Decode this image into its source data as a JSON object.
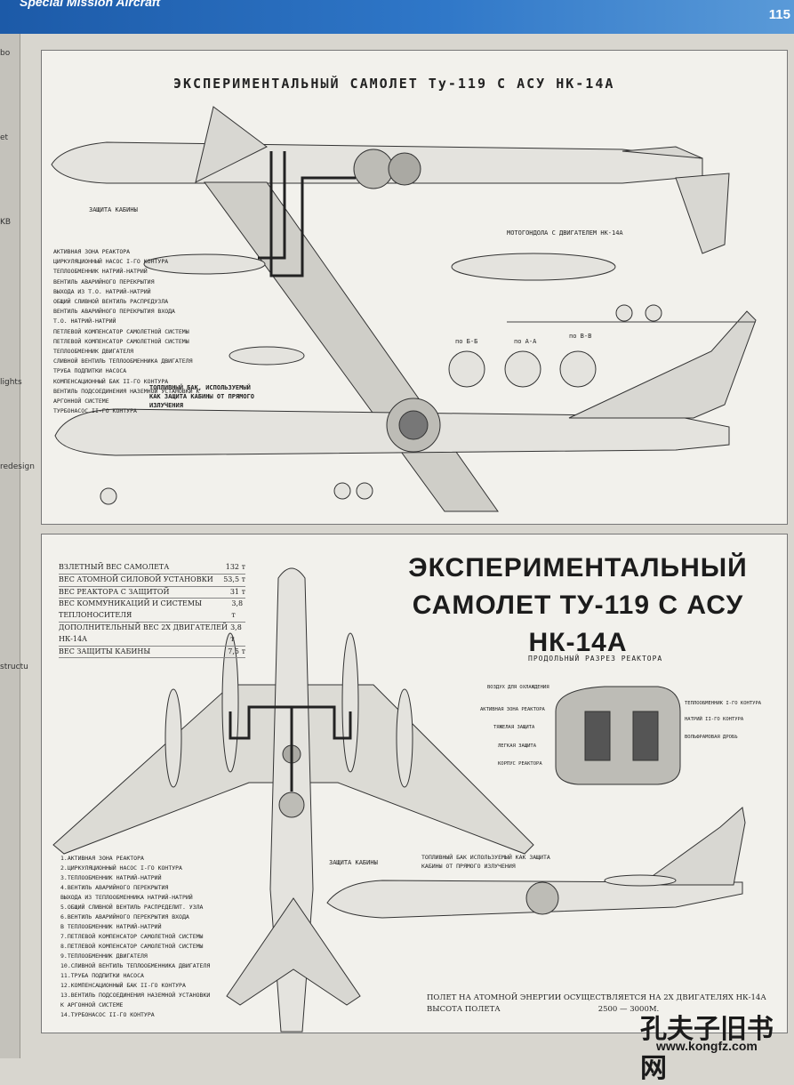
{
  "header": {
    "section": "Special Mission Aircraft",
    "page_number": "115"
  },
  "top_panel": {
    "title": "ЭКСПЕРИМЕНТАЛЬНЫЙ САМОЛЕТ Ту-119 С АСУ НК-14А",
    "labels": {
      "cabin_protection": "ЗАЩИТА КАБИНЫ",
      "engine_nacelle": "МОТОГОНДОЛА С ДВИГАТЕЛЕМ НК-14А",
      "fuel_tank_1": "ТОПЛИВНЫЙ БАК, ИСПОЛЬЗУЕМЫЙ",
      "fuel_tank_2": "КАК ЗАЩИТА КАБИНЫ ОТ ПРЯМОГО",
      "fuel_tank_3": "ИЗЛУЧЕНИЯ",
      "section_bb": "по Б-Б",
      "section_aa": "по А-А",
      "section_vv": "по В-В"
    },
    "legend": [
      "АКТИВНАЯ ЗОНА РЕАКТОРА",
      "ЦИРКУЛЯЦИОННЫЙ НАСОС I-ГО КОНТУРА",
      "ТЕПЛООБМЕННИК НАТРИЙ-НАТРИЙ",
      "ВЕНТИЛЬ АВАРИЙНОГО ПЕРЕКРЫТИЯ",
      "ВЫХОДА ИЗ Т.О. НАТРИЙ-НАТРИЙ",
      "ОБЩИЙ СЛИВНОЙ ВЕНТИЛЬ РАСПРЕДУЗЛА",
      "ВЕНТИЛЬ АВАРИЙНОГО ПЕРЕКРЫТИЯ ВХОДА",
      "Т.О. НАТРИЙ-НАТРИЙ",
      "ПЕТЛЕВОЙ КОМПЕНСАТОР САМОЛЕТНОЙ СИСТЕМЫ",
      "ПЕТЛЕВОЙ КОМПЕНСАТОР САМОЛЕТНОЙ СИСТЕМЫ",
      "ТЕПЛООБМЕННИК ДВИГАТЕЛЯ",
      "СЛИВНОЙ ВЕНТИЛЬ ТЕПЛООБМЕННИКА ДВИГАТЕЛЯ",
      "ТРУБА ПОДПИТКИ НАСОСА",
      "КОМПЕНСАЦИОННЫЙ БАК II-ГО КОНТУРА",
      "ВЕНТИЛЬ ПОДСОЕДИНЕНИЯ НАЗЕМНОЙ УСТАНОВКИ К",
      "АРГОННОЙ СИСТЕМЕ",
      "ТУРБОНАСОС II-ГО КОНТУРА"
    ]
  },
  "bottom_panel": {
    "title_line1": "ЭКСПЕРИМЕНТАЛЬНЫЙ",
    "title_line2": "САМОЛЕТ ТУ-119 С АСУ НК-14А",
    "stats": [
      {
        "label": "ВЗЛЕТНЫЙ ВЕС САМОЛЕТА",
        "value": "132 т"
      },
      {
        "label": "ВЕС АТОМНОЙ СИЛОВОЙ УСТАНОВКИ",
        "value": "53,5 т"
      },
      {
        "label": "ВЕС РЕАКТОРА С ЗАЩИТОЙ",
        "value": "31 т"
      },
      {
        "label": "ВЕС КОММУНИКАЦИЙ И СИСТЕМЫ ТЕПЛОНОСИТЕЛЯ",
        "value": "3,8 т"
      },
      {
        "label": "ДОПОЛНИТЕЛЬНЫЙ ВЕС 2Х ДВИГАТЕЛЕЙ НК-14А",
        "value": "3,8 т"
      },
      {
        "label": "ВЕС ЗАЩИТЫ КАБИНЫ",
        "value": "7,5 т"
      }
    ],
    "reactor_title": "ПРОДОЛЬНЫЙ РАЗРЕЗ РЕАКТОРА",
    "reactor_labels": {
      "cooling_air": "ВОЗДУХ ДЛЯ ОХЛАЖДЕНИЯ",
      "active_zone": "АКТИВНАЯ ЗОНА РЕАКТОРА",
      "heavy_shield": "ТЯЖЕЛАЯ ЗАЩИТА",
      "light_shield": "ЛЕГКАЯ ЗАЩИТА",
      "reactor_housing": "КОРПУС РЕАКТОРА",
      "heat_exchanger": "ТЕПЛООБМЕННИК I-ГО КОНТУРА",
      "sodium_circuit": "НАТРИЙ II-ГО КОНТУРА",
      "tungsten_shot": "ВОЛЬФРАМОВАЯ ДРОБЬ"
    },
    "cabin_protection": "ЗАЩИТА КАБИНЫ",
    "fuel_tank_1": "ТОПЛИВНЫЙ БАК ИСПОЛЬЗУЕМЫЙ КАК ЗАЩИТА",
    "fuel_tank_2": "КАБИНЫ ОТ ПРЯМОГО ИЗЛУЧЕНИЯ",
    "legend": [
      "1.АКТИВНАЯ ЗОНА РЕАКТОРА",
      "2.ЦИРКУЛЯЦИОННЫЙ НАСОС I-ГО КОНТУРА",
      "3.ТЕПЛООБМЕННИК НАТРИЙ-НАТРИЙ",
      "4.ВЕНТИЛЬ АВАРИЙНОГО ПЕРЕКРЫТИЯ",
      "  ВЫХОДА ИЗ ТЕПЛООБМЕННИКА НАТРИЙ-НАТРИЙ",
      "5.ОБЩИЙ СЛИВНОЙ ВЕНТИЛЬ РАСПРЕДЕЛИТ. УЗЛА",
      "6.ВЕНТИЛЬ АВАРИЙНОГО ПЕРЕКРЫТИЯ ВХОДА",
      "  В ТЕПЛООБМЕННИК НАТРИЙ-НАТРИЙ",
      "7.ПЕТЛЕВОЙ КОМПЕНСАТОР САМОЛЕТНОЙ СИСТЕМЫ",
      "8.ПЕТЛЕВОЙ КОМПЕНСАТОР САМОЛЕТНОЙ СИСТЕМЫ",
      "9.ТЕПЛООБМЕННИК ДВИГАТЕЛЯ",
      "10.СЛИВНОЙ ВЕНТИЛЬ ТЕПЛООБМЕННИКА ДВИГАТЕЛЯ",
      "11.ТРУБА ПОДПИТКИ НАСОСА",
      "12.КОМПЕНСАЦИОННЫЙ БАК II-ГО КОНТУРА",
      "13.ВЕНТИЛЬ ПОДСОЕДИНЕНИЯ НАЗЕМНОЙ УСТАНОВКИ",
      "   К АРГОННОЙ СИСТЕМЕ",
      "14.ТУРБОНАСОС II-ГО КОНТУРА"
    ],
    "footer_line1": "ПОЛЕТ НА АТОМНОЙ ЭНЕРГИИ ОСУЩЕСТВЛЯЕТСЯ НА 2Х ДВИГАТЕЛЯХ НК-14А",
    "footer_line2_label": "ВЫСОТА ПОЛЕТА",
    "footer_line2_value": "2500 — 3000М."
  },
  "watermark": {
    "cn": "孔夫子旧书网",
    "url": "www.kongfz.com"
  }
}
